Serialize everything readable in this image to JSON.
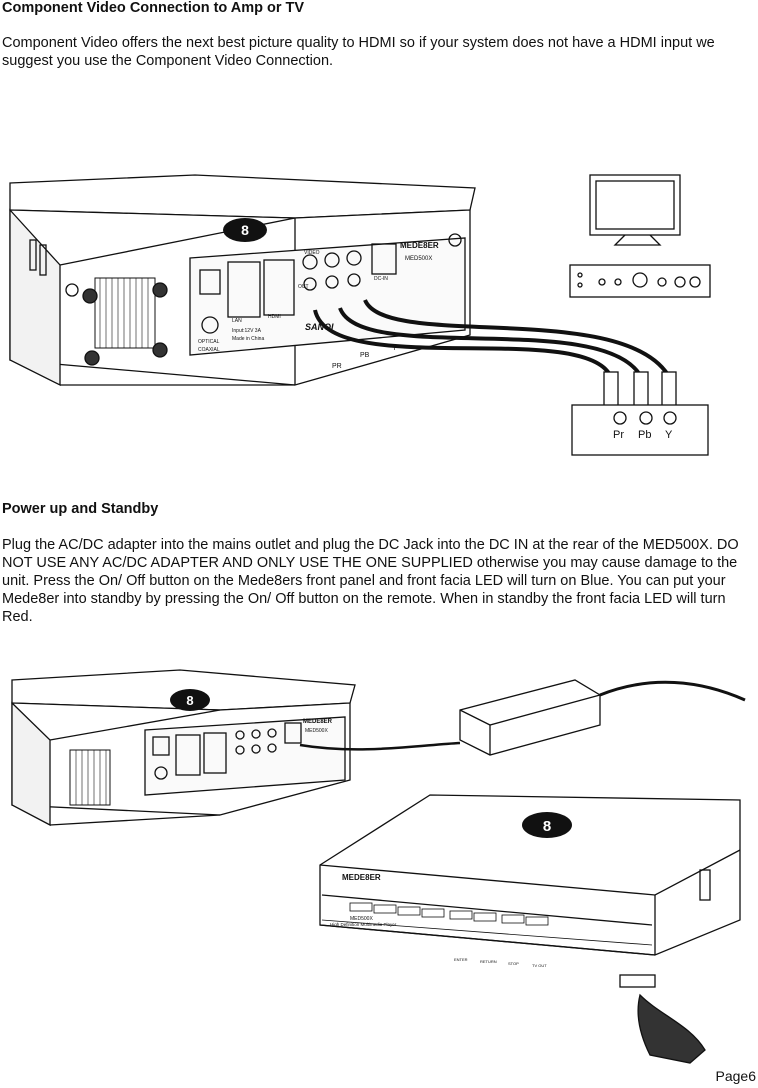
{
  "section1": {
    "heading": "Component Video Connection to Amp or TV",
    "body": "Component Video offers the next best picture quality to HDMI so if your system does not have a HDMI input we suggest you use the Component Video Connection."
  },
  "diagram1": {
    "brand": "MEDE8ER",
    "model": "MED500X",
    "panel_labels": {
      "lan": "LAN",
      "hdmi": "HDMI",
      "optical": "OPTICAL",
      "coaxial": "COAXIAL",
      "video": "VIDEO",
      "out": "OUT",
      "dc_in": "DC-IN",
      "input": "Input:12V   3A",
      "made": "Made in China",
      "sanoi": "SANOI"
    },
    "cable_labels": {
      "pr": "PR",
      "pb": "PB",
      "y": "Y"
    },
    "jack_labels": {
      "pr": "Pr",
      "pb": "Pb",
      "y": "Y"
    }
  },
  "section2": {
    "heading": "Power up and Standby",
    "body": "Plug the AC/DC adapter into the mains outlet and plug the DC Jack into the DC IN at the rear of the MED500X. DO NOT USE ANY AC/DC ADAPTER AND ONLY USE THE ONE SUPPLIED otherwise you may cause damage to the unit. Press the On/ Off button on the Mede8ers front panel and front facia LED will turn on Blue. You can put your Mede8er into standby by pressing the On/ Off button on the remote. When in standby the front facia LED will turn Red."
  },
  "diagram2": {
    "brand": "MEDE8ER",
    "model": "MED500X",
    "subtitle": "High Definition Multimedia Player",
    "front_buttons": [
      "ENTER",
      "RETURN",
      "STOP",
      "TV OUT"
    ]
  },
  "footer": {
    "page": "Page6"
  }
}
